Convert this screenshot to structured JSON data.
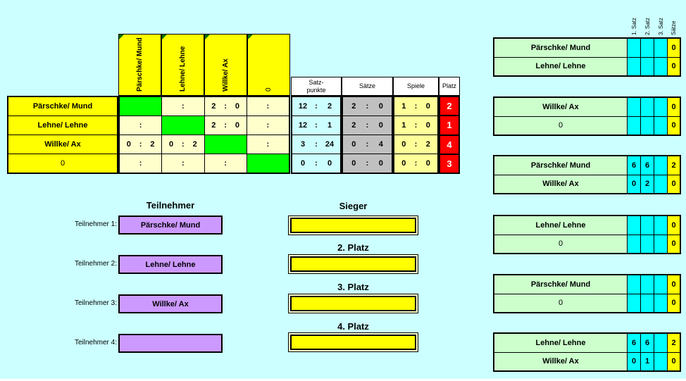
{
  "palette": {
    "page_bg": "#CCFFFF",
    "header_yellow": "#FFFF00",
    "matrix_cell_yellow": "#FFFFCC",
    "diagonal_green": "#00FF00",
    "marker_green": "#007000",
    "satzpunkte_cyan": "#CCFFFF",
    "saetze_gray": "#C0C0C0",
    "spiele_yellow": "#FFFF99",
    "platz_red": "#FF0000",
    "match_name_green": "#CCFFCC",
    "set_cyan": "#00FFFF",
    "total_yellow": "#FFFF00",
    "participant_purple": "#CC99FF"
  },
  "ui": {
    "colon": ":"
  },
  "crosstable": {
    "col_headers": [
      "Pärschke/ Mund",
      "Lehne/ Lehne",
      "Willke/ Ax",
      "0"
    ],
    "row_headers": [
      "Pärschke/ Mund",
      "Lehne/ Lehne",
      "Willke/ Ax",
      "0"
    ],
    "stat_headers": {
      "satzpunkte": [
        "Satz-",
        "punkte"
      ],
      "saetze": "Sätze",
      "spiele": "Spiele",
      "platz": "Platz"
    },
    "rows": [
      {
        "cells": [
          null,
          {
            "l": "",
            "r": ""
          },
          {
            "l": "2",
            "r": "0"
          },
          {
            "l": "",
            "r": ""
          }
        ],
        "satzpunkte": {
          "l": "12",
          "r": "2"
        },
        "saetze": {
          "l": "2",
          "r": "0"
        },
        "spiele": {
          "l": "1",
          "r": "0"
        },
        "platz": "2"
      },
      {
        "cells": [
          {
            "l": "",
            "r": ""
          },
          null,
          {
            "l": "2",
            "r": "0"
          },
          {
            "l": "",
            "r": ""
          }
        ],
        "satzpunkte": {
          "l": "12",
          "r": "1"
        },
        "saetze": {
          "l": "2",
          "r": "0"
        },
        "spiele": {
          "l": "1",
          "r": "0"
        },
        "platz": "1"
      },
      {
        "cells": [
          {
            "l": "0",
            "r": "2"
          },
          {
            "l": "0",
            "r": "2"
          },
          null,
          {
            "l": "",
            "r": ""
          }
        ],
        "satzpunkte": {
          "l": "3",
          "r": "24"
        },
        "saetze": {
          "l": "0",
          "r": "4"
        },
        "spiele": {
          "l": "0",
          "r": "2"
        },
        "platz": "4"
      },
      {
        "cells": [
          {
            "l": "",
            "r": ""
          },
          {
            "l": "",
            "r": ""
          },
          {
            "l": "",
            "r": ""
          },
          null
        ],
        "satzpunkte": {
          "l": "0",
          "r": "0"
        },
        "saetze": {
          "l": "0",
          "r": "0"
        },
        "spiele": {
          "l": "0",
          "r": "0"
        },
        "platz": "3"
      }
    ]
  },
  "participants": {
    "title": "Teilnehmer",
    "items": [
      {
        "label": "Teilnehmer 1:",
        "name": "Pärschke/ Mund"
      },
      {
        "label": "Teilnehmer 2:",
        "name": "Lehne/ Lehne"
      },
      {
        "label": "Teilnehmer 3:",
        "name": "Willke/ Ax"
      },
      {
        "label": "Teilnehmer 4:",
        "name": ""
      }
    ]
  },
  "winners": {
    "items": [
      {
        "title": "Sieger",
        "value": ""
      },
      {
        "title": "2. Platz",
        "value": ""
      },
      {
        "title": "3. Platz",
        "value": ""
      },
      {
        "title": "4. Platz",
        "value": ""
      }
    ]
  },
  "match_tables": {
    "set_headers": [
      "1. Satz",
      "2. Satz",
      "3. Satz",
      "Sätze"
    ],
    "tables": [
      {
        "rows": [
          {
            "name": "Pärschke/ Mund",
            "sets": [
              "",
              "",
              ""
            ],
            "total": "0"
          },
          {
            "name": "Lehne/ Lehne",
            "sets": [
              "",
              "",
              ""
            ],
            "total": "0"
          }
        ]
      },
      {
        "rows": [
          {
            "name": "Willke/ Ax",
            "sets": [
              "",
              "",
              ""
            ],
            "total": "0"
          },
          {
            "name": "0",
            "sets": [
              "",
              "",
              ""
            ],
            "total": "0"
          }
        ]
      },
      {
        "rows": [
          {
            "name": "Pärschke/ Mund",
            "sets": [
              "6",
              "6",
              ""
            ],
            "total": "2"
          },
          {
            "name": "Willke/ Ax",
            "sets": [
              "0",
              "2",
              ""
            ],
            "total": "0"
          }
        ]
      },
      {
        "rows": [
          {
            "name": "Lehne/ Lehne",
            "sets": [
              "",
              "",
              ""
            ],
            "total": "0"
          },
          {
            "name": "0",
            "sets": [
              "",
              "",
              ""
            ],
            "total": "0"
          }
        ]
      },
      {
        "rows": [
          {
            "name": "Pärschke/ Mund",
            "sets": [
              "",
              "",
              ""
            ],
            "total": "0"
          },
          {
            "name": "0",
            "sets": [
              "",
              "",
              ""
            ],
            "total": "0"
          }
        ]
      },
      {
        "rows": [
          {
            "name": "Lehne/ Lehne",
            "sets": [
              "6",
              "6",
              ""
            ],
            "total": "2"
          },
          {
            "name": "Willke/ Ax",
            "sets": [
              "0",
              "1",
              ""
            ],
            "total": "0"
          }
        ]
      }
    ]
  }
}
